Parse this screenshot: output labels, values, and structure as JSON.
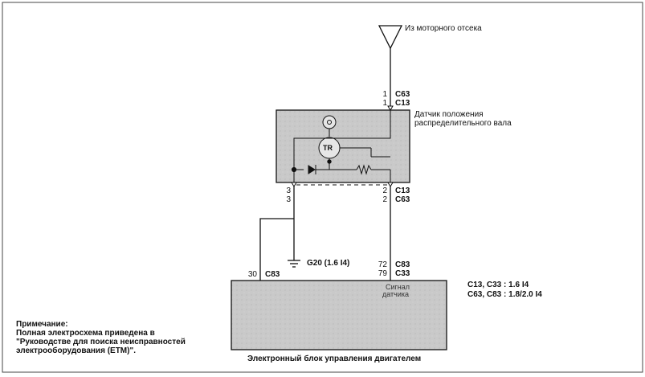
{
  "source_label": "Из моторного отсека",
  "sensor": {
    "title_line1": "Датчик положения",
    "title_line2": "распределительного вала",
    "tr_label": "TR"
  },
  "pins": {
    "top_a": "1",
    "top_b": "1",
    "top_conn_a": "C63",
    "top_conn_b": "C13",
    "left_a": "3",
    "left_b": "3",
    "right_a": "2",
    "right_b": "2",
    "right_conn_a": "C13",
    "right_conn_b": "C63",
    "ecm_left_pin": "30",
    "ecm_left_conn": "C83",
    "ecm_right_pin_a": "72",
    "ecm_right_pin_b": "79",
    "ecm_right_conn_a": "C83",
    "ecm_right_conn_b": "C33"
  },
  "ground_label": "G20 (1.6 I4)",
  "ecm": {
    "title": "Электронный блок управления двигателем",
    "signal_line1": "Сигнал",
    "signal_line2": "датчика"
  },
  "legend": {
    "line1": "C13, C33 : 1.6 I4",
    "line2": "C63, C83 : 1.8/2.0 I4"
  },
  "note": {
    "heading": "Примечание:",
    "line1": "Полная электросхема приведена в",
    "line2": "\"Руководстве для поиска неисправностей",
    "line3": "электрооборудования (ETM)\"."
  },
  "colors": {
    "box_fill": "#c8c8c8",
    "line": "#111111"
  }
}
